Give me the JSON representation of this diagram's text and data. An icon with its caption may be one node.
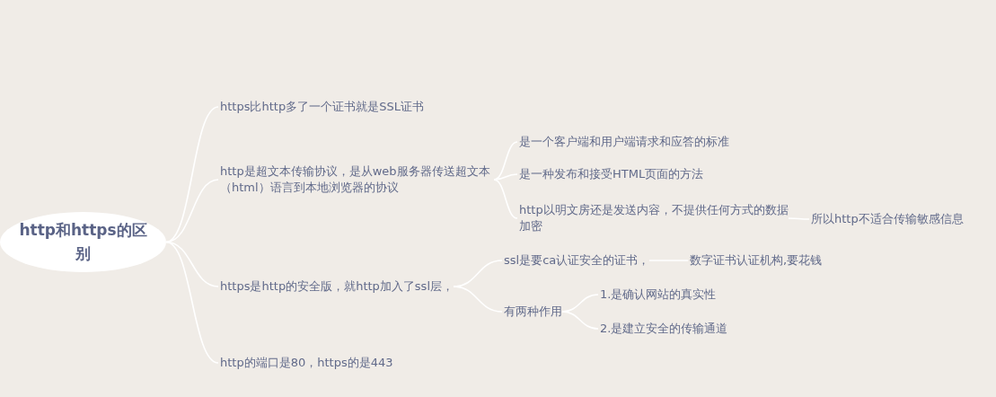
{
  "diagram": {
    "nodes": [
      {
        "text": [
          "http和https的区别"
        ]
      },
      {
        "text": [
          "https比http多了一个证书就是SSL证书"
        ]
      },
      {
        "text": [
          "http是超文本传输协议，是从web服务器传送超文本（html）语言到本地浏览器的协议"
        ]
      },
      {
        "text": [
          "https是http的安全版，就http加入了ssl层，"
        ]
      },
      {
        "text": [
          "http的端口是80，https的是443"
        ]
      },
      {
        "text": [
          "是一个客户端和用户端请求和应答的标准"
        ]
      },
      {
        "text": [
          "是一种发布和接受HTML页面的方法"
        ]
      },
      {
        "text": [
          "http以明文房还是发送内容，不提供任何方式的数据加密"
        ]
      },
      {
        "text": [
          "所以http不适合传输敏感信息"
        ]
      },
      {
        "text": [
          "ssl是要ca认证安全的证书，"
        ]
      },
      {
        "text": [
          "数字证书认证机构,要花钱"
        ]
      },
      {
        "text": [
          "有两种作用"
        ]
      },
      {
        "text": [
          "1.是确认网站的真实性"
        ]
      },
      {
        "text": [
          "2.是建立安全的传输通道"
        ]
      }
    ],
    "edges": [
      {
        "from": 0,
        "to": 1,
        "arrow": "none"
      },
      {
        "from": 0,
        "to": 2,
        "arrow": "none"
      },
      {
        "from": 0,
        "to": 3,
        "arrow": "none"
      },
      {
        "from": 0,
        "to": 4,
        "arrow": "none"
      },
      {
        "from": 2,
        "to": 5,
        "arrow": "none"
      },
      {
        "from": 2,
        "to": 6,
        "arrow": "none"
      },
      {
        "from": 2,
        "to": 7,
        "arrow": "none"
      },
      {
        "from": 7,
        "to": 8,
        "arrow": "none"
      },
      {
        "from": 3,
        "to": 9,
        "arrow": "none"
      },
      {
        "from": 9,
        "to": 10,
        "arrow": "none"
      },
      {
        "from": 3,
        "to": 11,
        "arrow": "none"
      },
      {
        "from": 11,
        "to": 12,
        "arrow": "none"
      },
      {
        "from": 11,
        "to": 13,
        "arrow": "none"
      }
    ]
  }
}
